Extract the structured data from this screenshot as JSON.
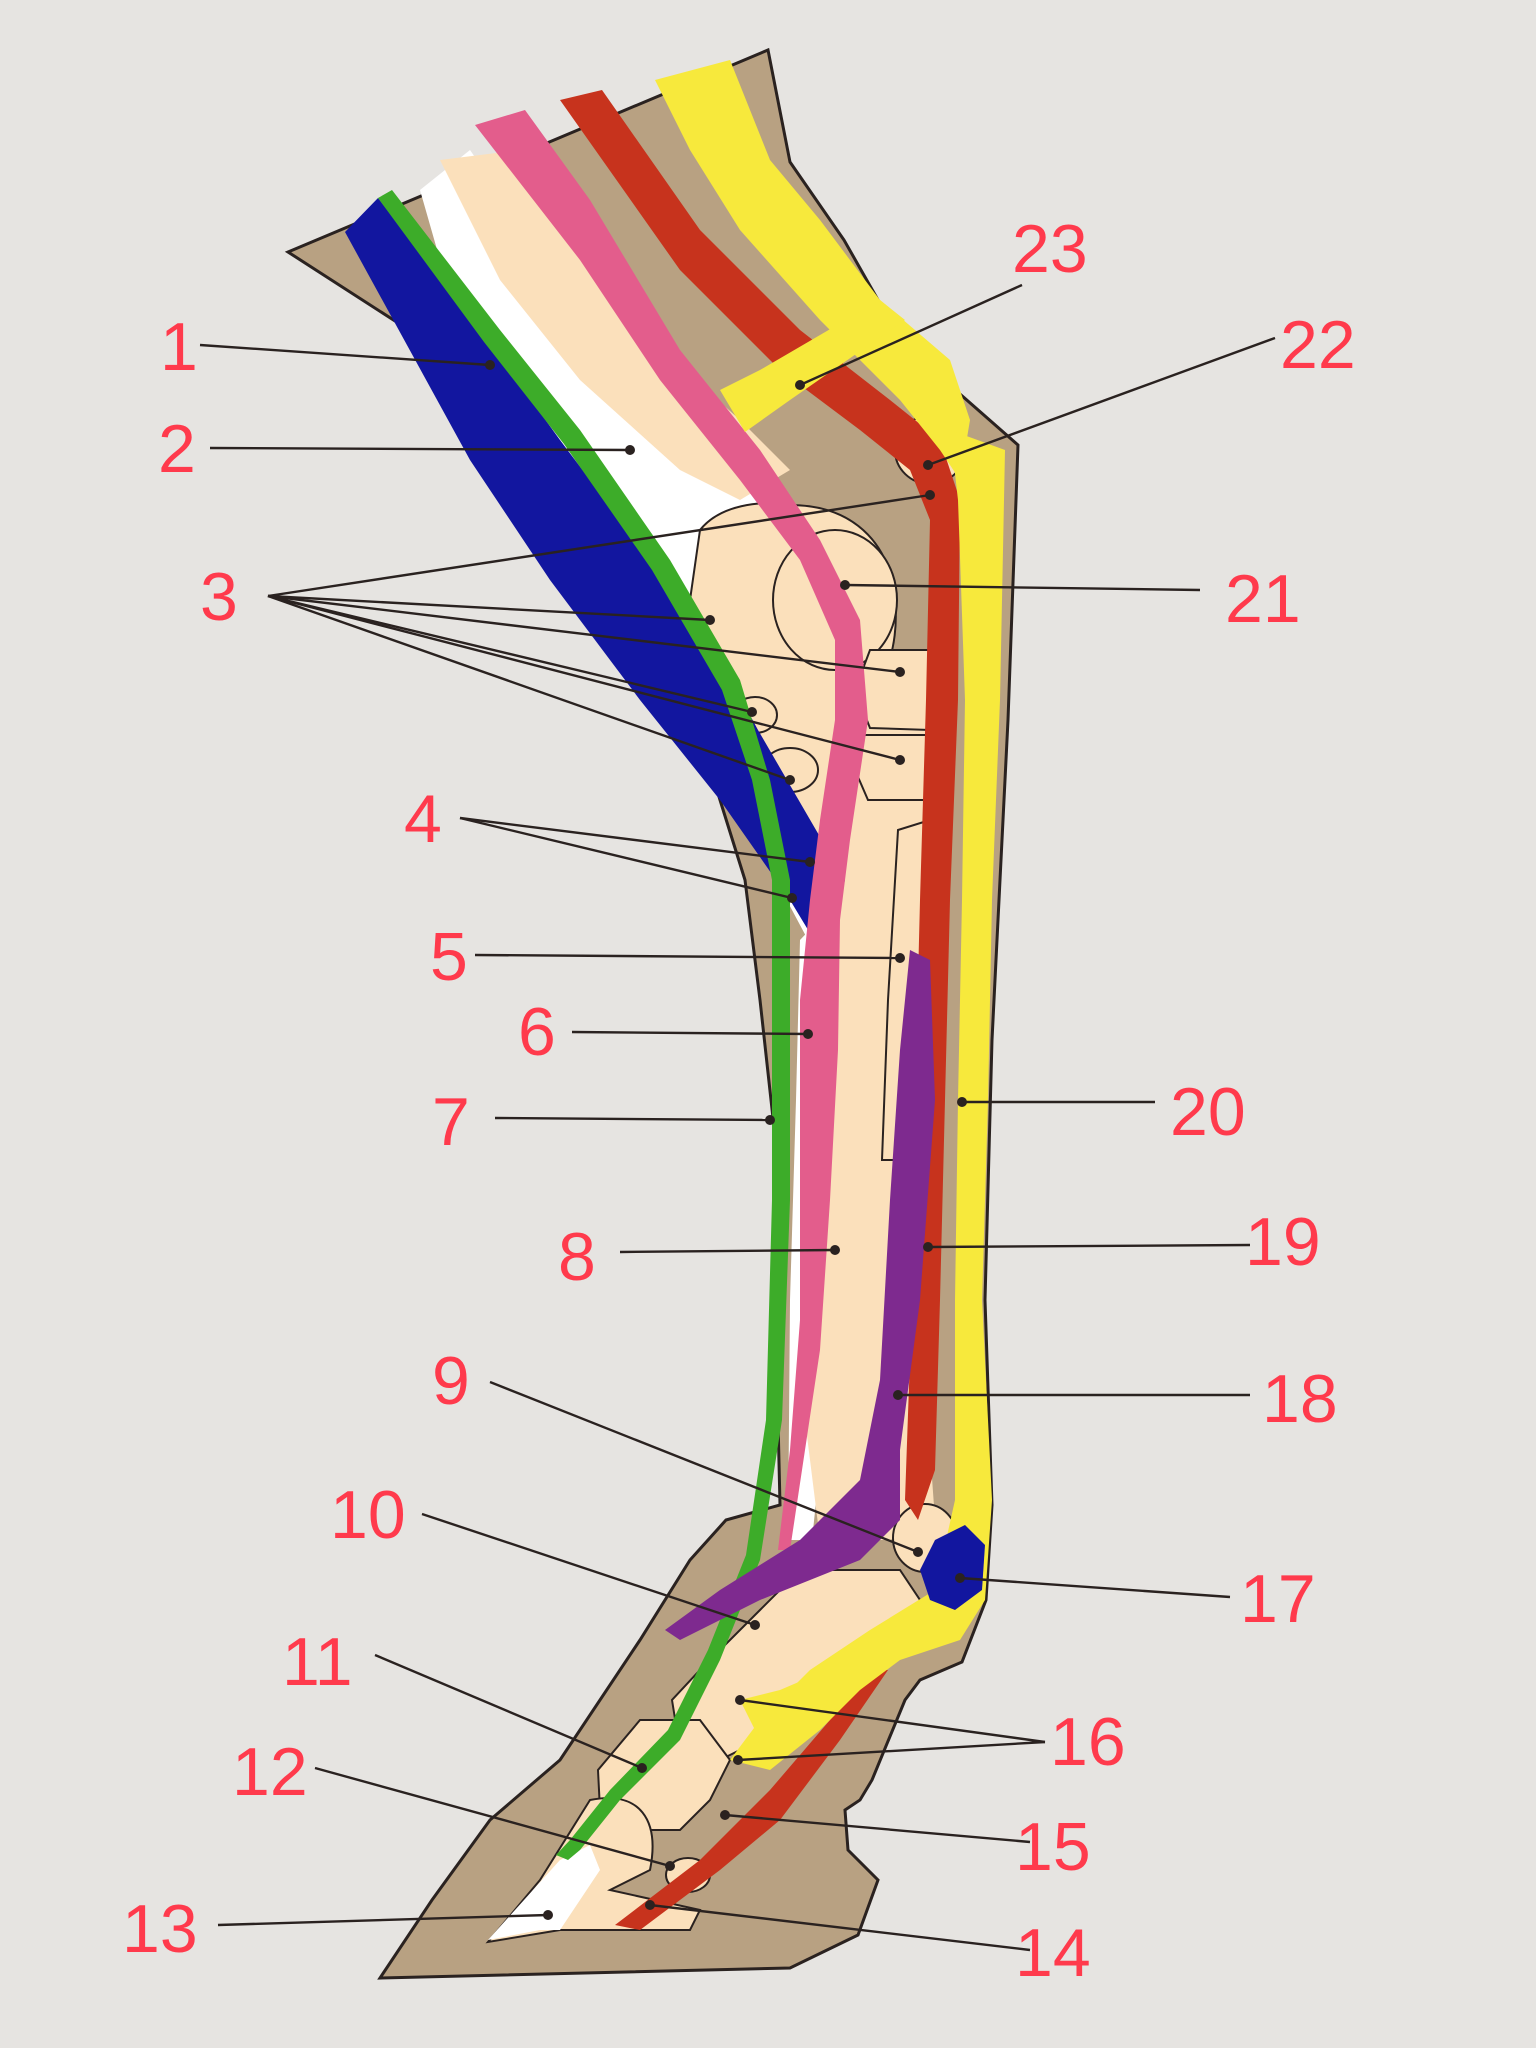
{
  "colors": {
    "background": "#e6e4e1",
    "label": "#ff3a4c",
    "skin": "#b8a182",
    "bone": "#fbe0bb",
    "white_tendon": "#ffffff",
    "blue": "#12169f",
    "green": "#3dac29",
    "pink": "#e35d8c",
    "red": "#c7331d",
    "yellow": "#f7e93c",
    "purple": "#7e2a8f",
    "outline": "#2a2220"
  },
  "labels": {
    "1": "1",
    "2": "2",
    "3": "3",
    "4": "4",
    "5": "5",
    "6": "6",
    "7": "7",
    "8": "8",
    "9": "9",
    "10": "10",
    "11": "11",
    "12": "12",
    "13": "13",
    "14": "14",
    "15": "15",
    "16": "16",
    "17": "17",
    "18": "18",
    "19": "19",
    "20": "20",
    "21": "21",
    "22": "22",
    "23": "23"
  }
}
